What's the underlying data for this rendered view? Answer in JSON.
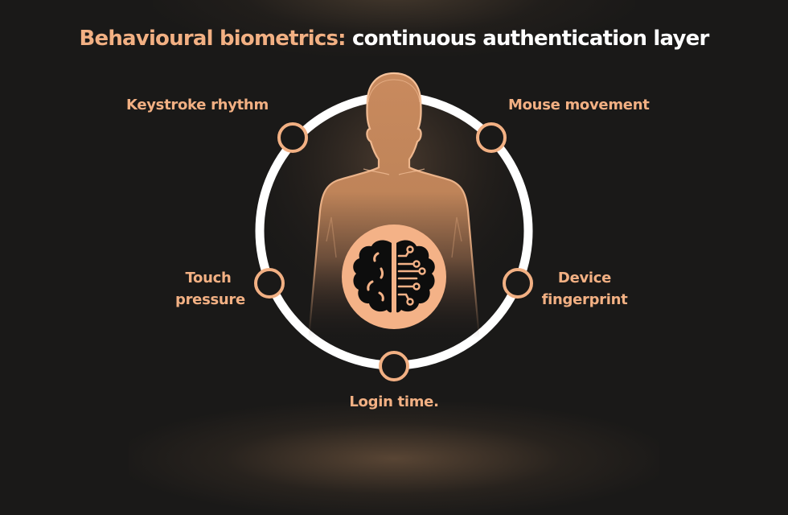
{
  "title": {
    "accent": "Behavioural biometrics:",
    "rest": "continuous authentication layer"
  },
  "center": {
    "figure": "human-silhouette",
    "icon": "brain-circuit-icon"
  },
  "nodes": [
    {
      "id": "keystroke",
      "label": "Keystroke rhythm"
    },
    {
      "id": "mouse",
      "label": "Mouse movement"
    },
    {
      "id": "touch",
      "line1": "Touch",
      "line2": "pressure"
    },
    {
      "id": "device",
      "line1": "Device",
      "line2": "fingerprint"
    },
    {
      "id": "login",
      "label": "Login time."
    }
  ],
  "colors": {
    "background": "#1a1918",
    "accent": "#f2b083",
    "ring": "#ffffff",
    "figure": "#c98a5e",
    "brain": "#0d0d0d"
  }
}
